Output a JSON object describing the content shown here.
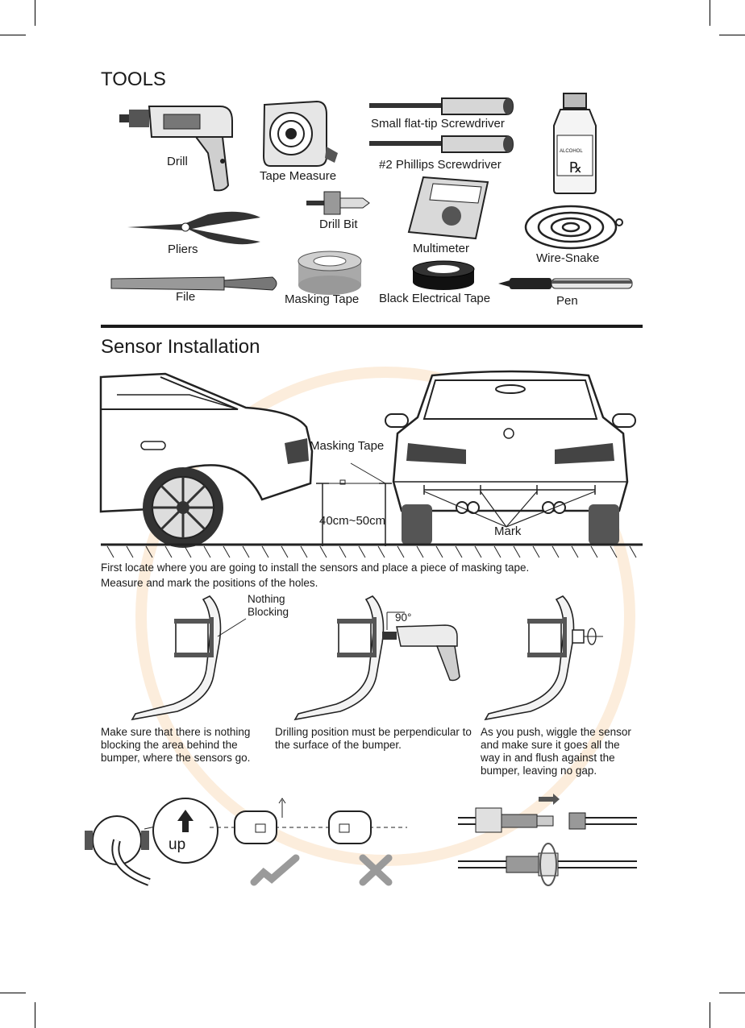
{
  "tools": {
    "title": "TOOLS",
    "items": [
      {
        "label": "Drill"
      },
      {
        "label": "Tape Measure"
      },
      {
        "label": "Small flat-tip Screwdriver"
      },
      {
        "label": "#2 Phillips Screwdriver"
      },
      {
        "label": "Drill Bit"
      },
      {
        "label": "Pliers"
      },
      {
        "label": "Multimeter"
      },
      {
        "label": "Wire-Snake"
      },
      {
        "label": "File"
      },
      {
        "label": "Masking Tape"
      },
      {
        "label": "Black Electrical Tape"
      },
      {
        "label": "Pen"
      }
    ],
    "bottle_label": "ALCOHOL",
    "bottle_symbol": "℞"
  },
  "sensor": {
    "title": "Sensor Installation",
    "masking_tape_label": "Masking Tape",
    "height_label": "40cm~50cm",
    "mark_label": "Mark",
    "instruction_1": "First locate where you are going to install the sensors and place a piece of masking tape.",
    "instruction_2": "Measure and mark the positions of the holes.",
    "nothing_blocking": "Nothing\nBlocking",
    "angle_label": "90°",
    "step_notes": [
      "Make sure that there is nothing blocking the area behind the bumper, where the sensors go.",
      "Drilling position must be perpendicular to the surface of the bumper.",
      "As you push, wiggle the sensor and make sure it goes all the way in and flush against the bumper, leaving no gap."
    ],
    "up_label": "up"
  },
  "colors": {
    "text": "#1a1a1a",
    "watermark": "#f5be82",
    "check": "#9a9a9a"
  }
}
